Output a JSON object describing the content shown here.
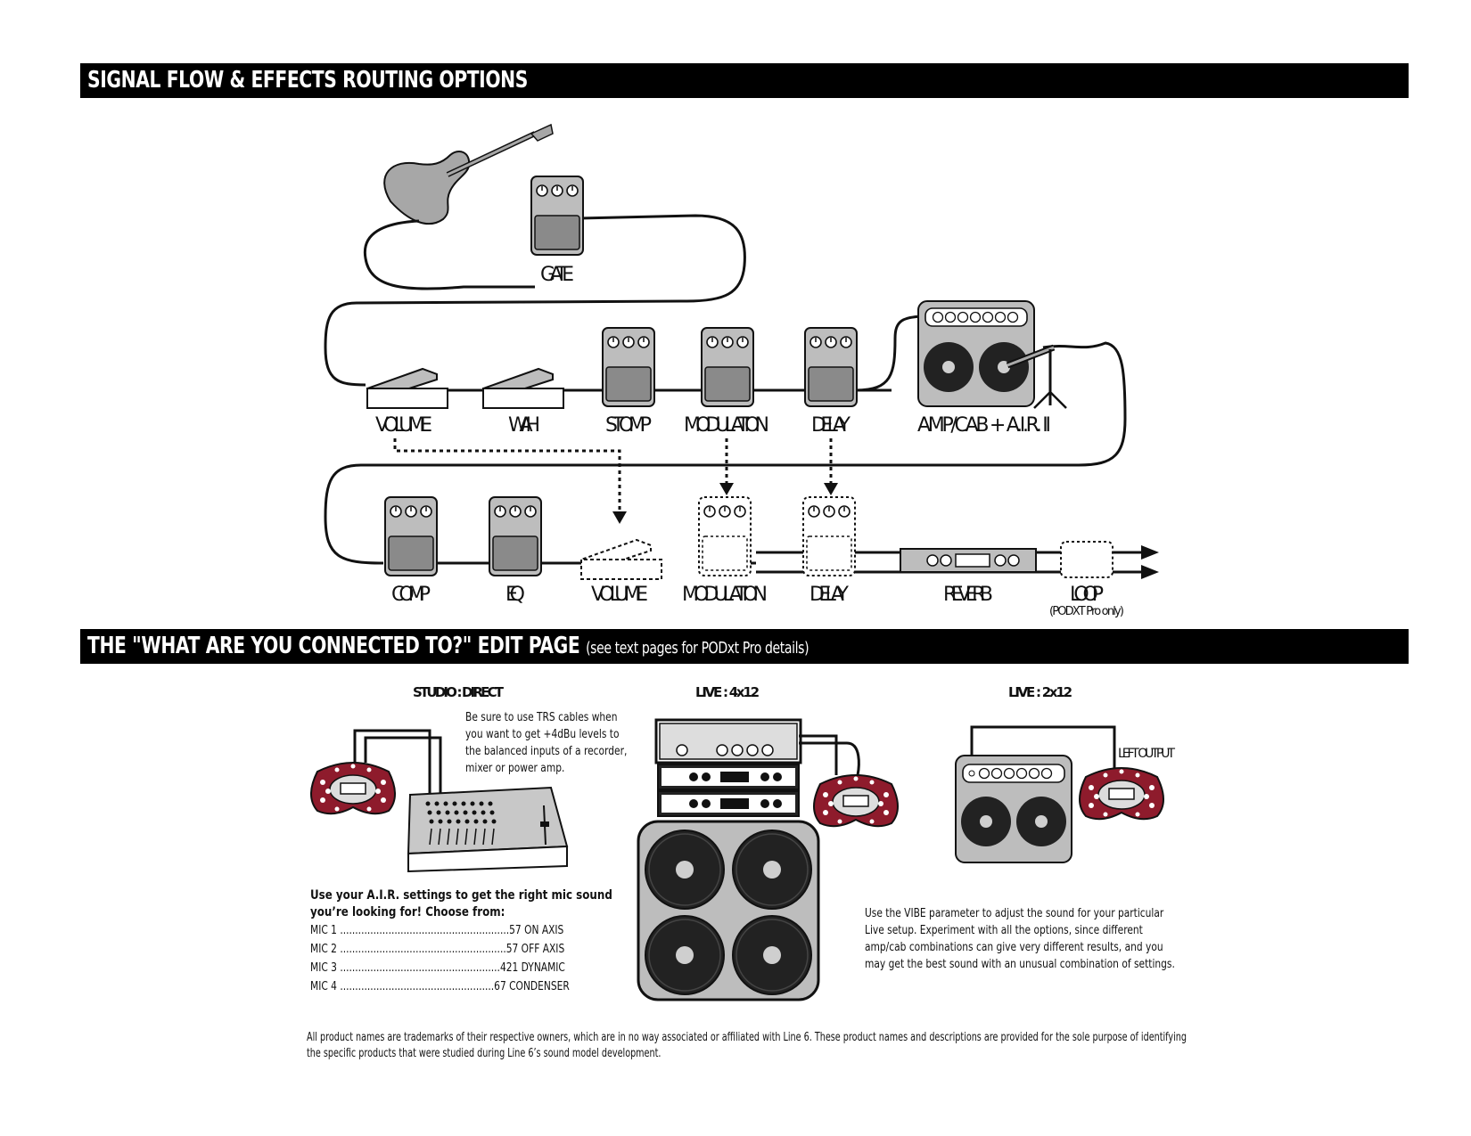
{
  "section1": {
    "title": "SIGNAL FLOW & EFFECTS ROUTING OPTIONS"
  },
  "section2": {
    "title": "THE \"WHAT ARE YOU CONNECTED TO?\" EDIT PAGE",
    "subtitle": "(see text pages for PODxt Pro details)"
  },
  "flow": {
    "gate": "GATE",
    "volume": "VOLUME",
    "wah": "WAH",
    "stomp": "STOMP",
    "modulation": "MODULATION",
    "delay": "DELAY",
    "amp": "AMP/CAB + A.I.R. II",
    "comp": "COMP",
    "eq": "EQ",
    "volume2": "VOLUME",
    "modulation2": "MODULATION",
    "delay2": "DELAY",
    "reverb": "REVERB",
    "loop": "LOOP",
    "loop_note": "(PODXT Pro only)"
  },
  "setups": {
    "studio": {
      "title": "STUDIO : DIRECT",
      "note": [
        "Be sure to use TRS cables when",
        "you want to get +4dBu levels to",
        "the balanced inputs of a recorder,",
        "mixer or power amp."
      ]
    },
    "live412": {
      "title": "LIVE : 4x12"
    },
    "live212": {
      "title": "LIVE : 2x12",
      "output_label": "LEFT OUTPUT"
    }
  },
  "mics": {
    "heading1": "Use your A.I.R. settings to get the right mic sound",
    "heading2": "you’re looking for!  Choose from:",
    "items": [
      {
        "label": "MIC 1",
        "dots": "........................................................",
        "value": "57 ON AXIS"
      },
      {
        "label": "MIC 2",
        "dots": ".......................................................",
        "value": "57 OFF AXIS"
      },
      {
        "label": "MIC 3",
        "dots": ".....................................................",
        "value": "421 DYNAMIC"
      },
      {
        "label": "MIC 4",
        "dots": "...................................................",
        "value": "67 CONDENSER"
      }
    ]
  },
  "vibe": {
    "lines": [
      "Use the VIBE parameter to adjust the sound for your particular",
      "Live setup. Experiment with all the options, since different",
      "amp/cab combinations can give very different results, and you",
      "may get the best sound with an unusual combination of settings."
    ]
  },
  "footer": {
    "lines": [
      "All product names are trademarks of their respective owners, which are in no way associated or affiliated with Line 6.  These product names and descriptions are provided for the sole purpose of identifying",
      "the specific products that were studied during Line 6’s sound model development."
    ]
  }
}
